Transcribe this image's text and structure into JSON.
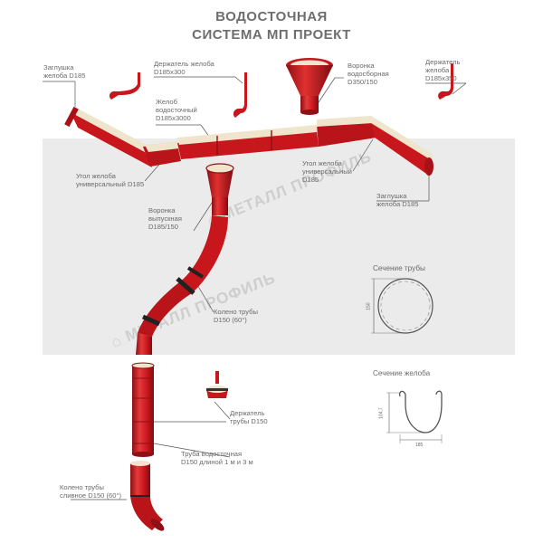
{
  "title": {
    "line1": "ВОДОСТОЧНАЯ",
    "line2": "СИСТЕМА МП ПРОЕКТ"
  },
  "labels": {
    "gutter_cap_left": [
      "Заглушка",
      "желоба D185"
    ],
    "gutter_holder_left": [
      "Держатель желоба",
      "D185x300"
    ],
    "gutter": [
      "Желоб",
      "водосточный",
      "D185x3000"
    ],
    "collector_funnel": [
      "Воронка",
      "водосборная",
      "D350/150"
    ],
    "gutter_holder_right": [
      "Держатель",
      "желоба",
      "D185x350"
    ],
    "gutter_corner_left": [
      "Угол желоба",
      "универсальный D185"
    ],
    "gutter_corner_right": [
      "Угол желоба",
      "универсальный",
      "D185"
    ],
    "gutter_cap_right": [
      "Заглушка",
      "желоба D185"
    ],
    "outlet_funnel": [
      "Воронка",
      "выпускная",
      "D185/150"
    ],
    "pipe_elbow": [
      "Колено трубы",
      "D150 (60°)"
    ],
    "pipe_holder": [
      "Держатель",
      "трубы D150"
    ],
    "downpipe": [
      "Труба водосточная",
      "D150 длиной 1 м и 3 м"
    ],
    "drain_elbow": [
      "Колено трубы",
      "сливное D150 (60°)"
    ]
  },
  "sections": {
    "pipe_title": "Сечение трубы",
    "pipe_dim": "150",
    "gutter_title": "Сечение желоба",
    "gutter_width": "185",
    "gutter_height": "104,7"
  },
  "watermarks": [
    "МЕТАЛЛ ПРОФИЛЬ",
    "МЕТАЛЛ ПРОФИЛЬ"
  ],
  "colors": {
    "red": "#c8161d",
    "red_dark": "#8e0f14",
    "red_light": "#e43a3a",
    "cream": "#efe4cc",
    "band": "#ebebeb",
    "text": "#6b6b6b",
    "line": "#555555",
    "watermark": "#c9c9c9"
  }
}
